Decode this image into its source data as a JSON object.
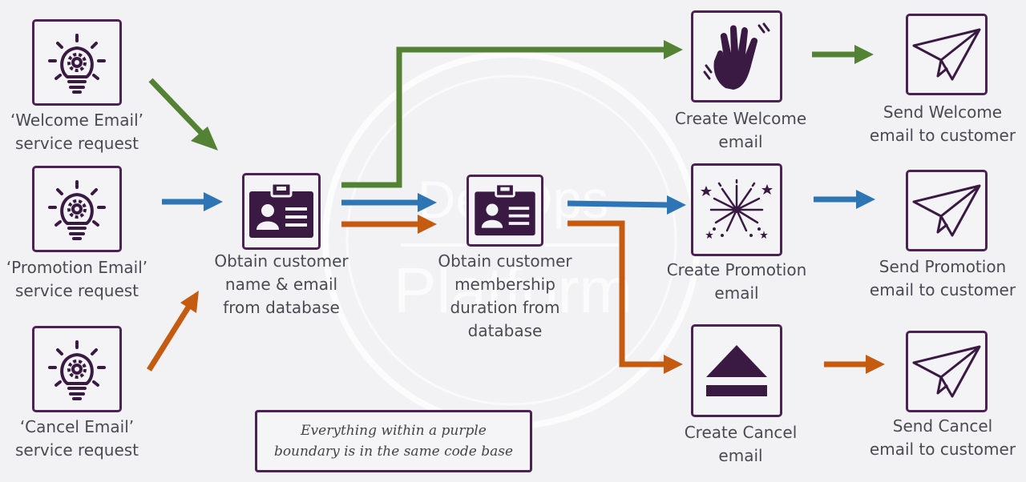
{
  "watermark": {
    "line1": "DevOps",
    "line2": "Platform"
  },
  "requests": [
    {
      "label": "‘Welcome Email’\nservice request",
      "icon": "lightbulb-gear-icon"
    },
    {
      "label": "‘Promotion Email’\nservice request",
      "icon": "lightbulb-gear-icon"
    },
    {
      "label": "‘Cancel Email’\nservice request",
      "icon": "lightbulb-gear-icon"
    }
  ],
  "steps": {
    "obtain_name": {
      "label": "Obtain customer\nname & email\nfrom database",
      "icon": "id-badge-icon"
    },
    "obtain_duration": {
      "label": "Obtain customer\nmembership\nduration from\ndatabase",
      "icon": "id-badge-icon"
    },
    "create_welcome": {
      "label": "Create Welcome\nemail",
      "icon": "waving-hand-icon"
    },
    "create_promotion": {
      "label": "Create Promotion\nemail",
      "icon": "fireworks-icon"
    },
    "create_cancel": {
      "label": "Create Cancel\nemail",
      "icon": "eject-icon"
    },
    "send_welcome": {
      "label": "Send Welcome\nemail to customer",
      "icon": "paper-plane-icon"
    },
    "send_promotion": {
      "label": "Send Promotion\nemail to customer",
      "icon": "paper-plane-icon"
    },
    "send_cancel": {
      "label": "Send Cancel\nemail to customer",
      "icon": "paper-plane-icon"
    }
  },
  "note": "Everything within a purple\nboundary is in the same code base",
  "colors": {
    "welcome": "#548235",
    "promotion": "#2e75b6",
    "cancel": "#c55a11",
    "boundary": "#4b2253",
    "icon": "#3a1a43"
  }
}
